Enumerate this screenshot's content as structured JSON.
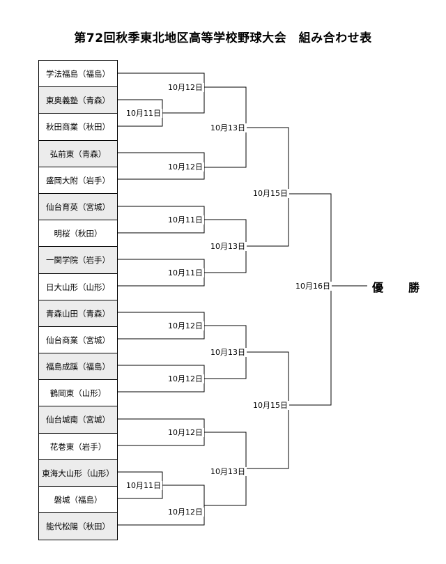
{
  "title": "第72回秋季東北地区高等学校野球大会　組み合わせ表",
  "teams": [
    "学法福島（福島）",
    "東奥義塾（青森）",
    "秋田商業（秋田）",
    "弘前東（青森）",
    "盛岡大附（岩手）",
    "仙台育英（宮城）",
    "明桜（秋田）",
    "一関学院（岩手）",
    "日大山形（山形）",
    "青森山田（青森）",
    "仙台商業（宮城）",
    "福島成蹊（福島）",
    "鶴岡東（山形）",
    "仙台城南（宮城）",
    "花巻東（岩手）",
    "東海大山形（山形）",
    "磐城（福島）",
    "能代松陽（秋田）"
  ],
  "dates": {
    "r1_top": "10月11日",
    "r1_bottom": "10月11日",
    "r2_1": "10月12日",
    "r2_2": "10月12日",
    "r2_3": "10月11日",
    "r2_4": "10月11日",
    "r2_5": "10月12日",
    "r2_6": "10月12日",
    "r2_7": "10月12日",
    "r2_8": "10月12日",
    "qf_1": "10月13日",
    "qf_2": "10月13日",
    "qf_3": "10月13日",
    "qf_4": "10月13日",
    "sf_1": "10月15日",
    "sf_2": "10月15日",
    "final": "10月16日"
  },
  "champion": "優　勝"
}
